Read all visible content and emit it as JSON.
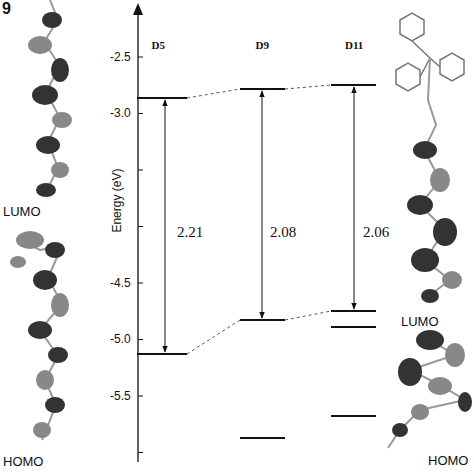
{
  "diagram": {
    "labels": [
      "9",
      "D5",
      "D9",
      "D11",
      "2.21",
      "2.08",
      "2.06",
      "-2.5",
      "-3.0",
      "-4.5",
      "-5.0",
      "-5.5",
      "Energy (eV)",
      "LUMO",
      "HOMO",
      "LUMO",
      "HOMO"
    ]
  }
}
